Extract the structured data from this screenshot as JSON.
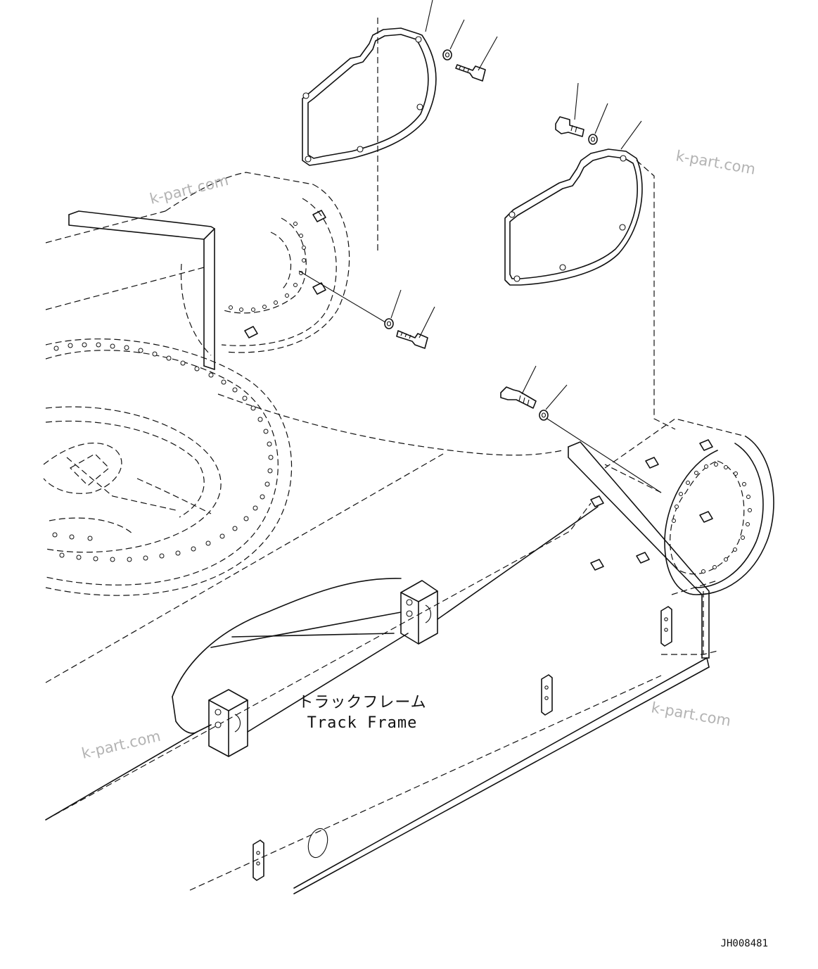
{
  "diagram": {
    "label_jp": "トラックフレーム",
    "label_en": "Track Frame",
    "drawing_code": "JH008481",
    "watermark": "k-part.com"
  },
  "parts": [
    {
      "name": "cover-plate",
      "count": 2
    },
    {
      "name": "bolt",
      "count": 4
    },
    {
      "name": "washer",
      "count": 4
    }
  ],
  "colors": {
    "line": "#111111",
    "watermark": "#b3b3b3",
    "background": "#ffffff"
  }
}
